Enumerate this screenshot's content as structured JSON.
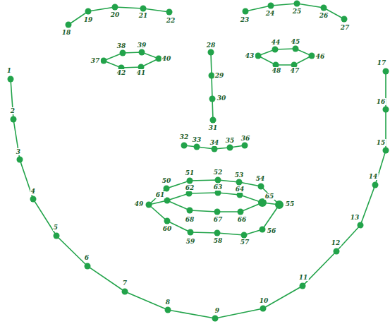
{
  "diagram": {
    "labels": [
      "1",
      "2",
      "3",
      "4",
      "5",
      "6",
      "7",
      "8",
      "9",
      "10",
      "11",
      "12",
      "13",
      "14",
      "15",
      "16",
      "17",
      "18",
      "19",
      "20",
      "21",
      "22",
      "23",
      "24",
      "25",
      "26",
      "27",
      "28",
      "29",
      "30",
      "31",
      "32",
      "33",
      "34",
      "35",
      "36",
      "37",
      "38",
      "39",
      "40",
      "41",
      "42",
      "43",
      "44",
      "45",
      "46",
      "47",
      "48",
      "49",
      "50",
      "51",
      "52",
      "53",
      "54",
      "55",
      "56",
      "57",
      "58",
      "59",
      "60",
      "61",
      "62",
      "63",
      "64",
      "65",
      "66",
      "67",
      "68"
    ]
  }
}
